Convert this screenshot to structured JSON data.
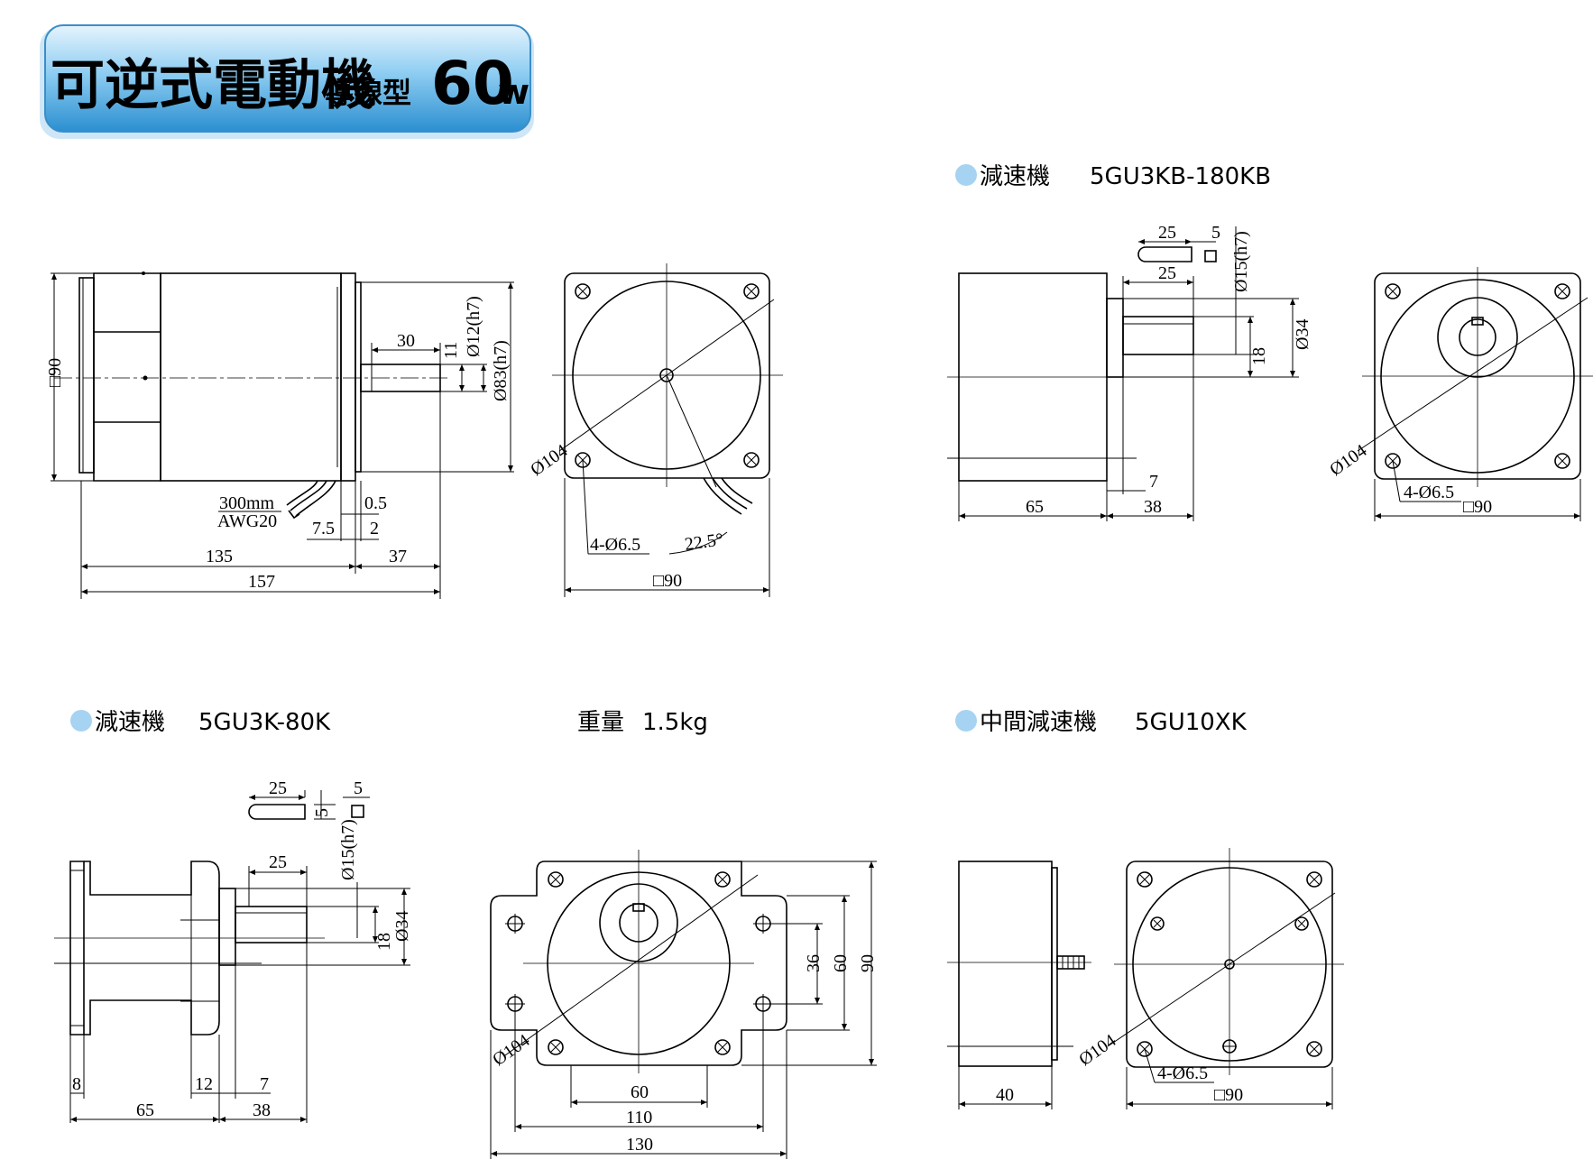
{
  "title": {
    "main": "可逆式電動機",
    "sub": "導線型",
    "power": "60",
    "power_unit": "w",
    "banner_color": "#4aa9e0"
  },
  "bullet_color": "#a6d3f2",
  "sections": {
    "kb": {
      "label": "減速機",
      "model": "5GU3KB-180KB"
    },
    "k": {
      "label": "減速機",
      "model": "5GU3K-80K"
    },
    "weight": {
      "label": "重量",
      "value": "1.5kg"
    },
    "xk": {
      "label": "中間減速機",
      "model": "5GU10XK"
    }
  },
  "motor_side": {
    "frame": "□90",
    "shaft_len": "30",
    "flat": "11",
    "shaft_dia": "Ø12(h7)",
    "pilot_dia": "Ø83(h7)",
    "lead": "300mm",
    "awg": "AWG20",
    "d_05": "0.5",
    "d_75": "7.5",
    "d_2": "2",
    "body": "135",
    "proj": "37",
    "total": "157"
  },
  "motor_front": {
    "pcd": "Ø104",
    "holes": "4-Ø6.5",
    "angle": "22.5°",
    "frame": "□90"
  },
  "kb_side": {
    "key_len": "25",
    "key_w": "5",
    "key_sq": "□",
    "shaft_dia": "Ø15(h7)",
    "shaft_len": "25",
    "boss": "Ø34",
    "flat": "18",
    "d7": "7",
    "body": "65",
    "out": "38"
  },
  "kb_front": {
    "pcd": "Ø104",
    "holes": "4-Ø6.5",
    "frame": "□90"
  },
  "k_side": {
    "key_len": "25",
    "key_w": "5",
    "key_w2": "5",
    "key_sq": "□",
    "shaft_dia": "Ø15(h7)",
    "shaft_len": "25",
    "flat": "18",
    "boss": "Ø34",
    "d8": "8",
    "d12": "12",
    "d7": "7",
    "body": "65",
    "out": "38"
  },
  "k_front": {
    "pcd": "Ø104",
    "h36": "36",
    "h60": "60",
    "h90": "90",
    "w60": "60",
    "w110": "110",
    "w130": "130"
  },
  "xk_side": {
    "len": "40"
  },
  "xk_front": {
    "pcd": "Ø104",
    "holes": "4-Ø6.5",
    "frame": "□90"
  }
}
